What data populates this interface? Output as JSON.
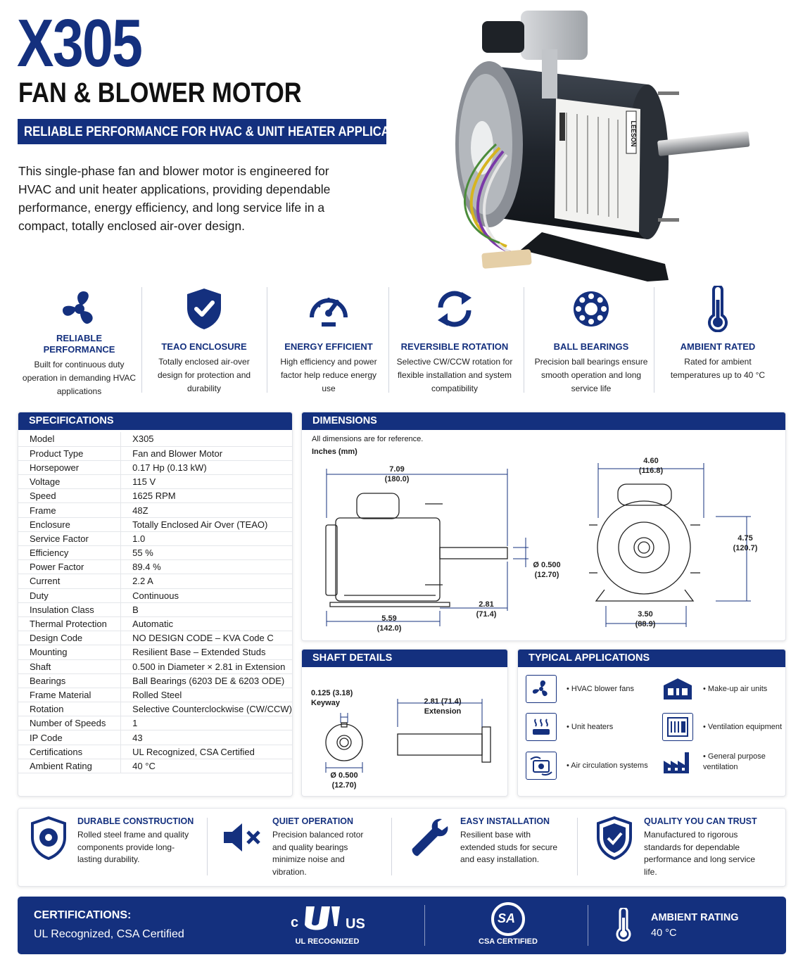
{
  "header": {
    "title": "X305",
    "subtitle": "FAN & BLOWER MOTOR",
    "tagline": "RELIABLE PERFORMANCE FOR HVAC & UNIT HEATER APPLICATIONS",
    "intro": "This single-phase fan and blower motor is engineered for HVAC and unit heater applications, providing dependable performance, energy efficiency, and long service life in a compact, totally enclosed air-over design."
  },
  "product_image": {
    "nameplate_brand": "LEESON"
  },
  "features": [
    {
      "title": "RELIABLE PERFORMANCE",
      "desc": "Built for continuous duty operation in demanding HVAC applications",
      "icon": "fan-icon"
    },
    {
      "title": "TEAO ENCLOSURE",
      "desc": "Totally enclosed air-over design for protection and durability",
      "icon": "shield-check-icon"
    },
    {
      "title": "ENERGY EFFICIENT",
      "desc": "High efficiency and power factor help reduce energy use",
      "icon": "gauge-icon"
    },
    {
      "title": "REVERSIBLE ROTATION",
      "desc": "Selective CW/CCW rotation for flexible installation and system compatibility",
      "icon": "rotate-icon"
    },
    {
      "title": "BALL BEARINGS",
      "desc": "Precision ball bearings ensure smooth operation and long service life",
      "icon": "bearing-icon"
    },
    {
      "title": "AMBIENT RATED",
      "desc": "Rated for ambient temperatures up to 40 °C",
      "icon": "thermometer-icon"
    }
  ],
  "specifications": {
    "heading": "SPECIFICATIONS",
    "rows": [
      [
        "Model",
        "X305"
      ],
      [
        "Product Type",
        "Fan and Blower Motor"
      ],
      [
        "Horsepower",
        "0.17 Hp (0.13 kW)"
      ],
      [
        "Voltage",
        "115 V"
      ],
      [
        "Speed",
        "1625 RPM"
      ],
      [
        "Frame",
        "48Z"
      ],
      [
        "Enclosure",
        "Totally Enclosed Air Over (TEAO)"
      ],
      [
        "Service Factor",
        "1.0"
      ],
      [
        "Efficiency",
        "55 %"
      ],
      [
        "Power Factor",
        "89.4 %"
      ],
      [
        "Current",
        "2.2 A"
      ],
      [
        "Duty",
        "Continuous"
      ],
      [
        "Insulation Class",
        "B"
      ],
      [
        "Thermal Protection",
        "Automatic"
      ],
      [
        "Design Code",
        "NO DESIGN CODE – KVA Code C"
      ],
      [
        "Mounting",
        "Resilient Base – Extended Studs"
      ],
      [
        "Shaft",
        "0.500 in Diameter × 2.81 in Extension"
      ],
      [
        "Bearings",
        "Ball Bearings (6203 DE & 6203 ODE)"
      ],
      [
        "Frame Material",
        "Rolled Steel"
      ],
      [
        "Rotation",
        "Selective Counterclockwise (CW/CCW)"
      ],
      [
        "Number of Speeds",
        "1"
      ],
      [
        "IP Code",
        "43"
      ],
      [
        "Certifications",
        "UL Recognized, CSA Certified"
      ],
      [
        "Ambient Rating",
        "40 °C"
      ]
    ]
  },
  "dimensions": {
    "heading": "DIMENSIONS",
    "note": "All dimensions are for reference.",
    "units": "Inches (mm)",
    "overall_length": {
      "in": "7.09",
      "mm": "(180.0)"
    },
    "body_length": {
      "in": "5.59",
      "mm": "(142.0)"
    },
    "shaft_extension": {
      "in": "2.81",
      "mm": "(71.4)"
    },
    "shaft_diameter": {
      "in": "Ø 0.500",
      "mm": "(12.70)"
    },
    "width": {
      "in": "4.60",
      "mm": "(116.8)"
    },
    "height": {
      "in": "4.75",
      "mm": "(120.7)"
    },
    "base_width": {
      "in": "3.50",
      "mm": "(88.9)"
    }
  },
  "shaft_details": {
    "heading": "SHAFT DETAILS",
    "keyway_size": "0.125 (3.18)",
    "keyway_label": "Keyway",
    "extension_size": "2.81 (71.4)",
    "extension_label": "Extension",
    "diameter": "Ø 0.500",
    "diameter_mm": "(12.70)"
  },
  "applications": {
    "heading": "TYPICAL APPLICATIONS",
    "items": [
      {
        "label": "• HVAC blower fans",
        "icon": "blower-fan-icon"
      },
      {
        "label": "• Make-up air units",
        "icon": "building-icon"
      },
      {
        "label": "• Unit heaters",
        "icon": "heater-icon"
      },
      {
        "label": "• Ventilation equipment",
        "icon": "ventilation-icon"
      },
      {
        "label": "• Air circulation systems",
        "icon": "air-circulation-icon"
      },
      {
        "label": "• General purpose ventilation",
        "icon": "factory-icon"
      }
    ]
  },
  "benefits": [
    {
      "title": "DURABLE CONSTRUCTION",
      "desc": "Rolled steel frame and quality components provide long-lasting durability.",
      "icon": "gear-shield-icon"
    },
    {
      "title": "QUIET OPERATION",
      "desc": "Precision balanced rotor and quality bearings minimize noise and vibration.",
      "icon": "mute-icon"
    },
    {
      "title": "EASY INSTALLATION",
      "desc": "Resilient base with extended studs for secure and easy installation.",
      "icon": "wrench-icon"
    },
    {
      "title": "QUALITY YOU CAN TRUST",
      "desc": "Manufactured to rigorous standards for dependable performance and long service life.",
      "icon": "shield-check-icon"
    }
  ],
  "certification_bar": {
    "heading": "CERTIFICATIONS:",
    "text": "UL Recognized, CSA Certified",
    "ul_label": "UL RECOGNIZED",
    "ul_mark_c": "c",
    "ul_mark_us": "US",
    "csa_label": "CSA CERTIFIED",
    "csa_mark": "SA",
    "ambient_heading": "AMBIENT RATING",
    "ambient_value": "40 °C"
  },
  "colors": {
    "brand_navy": "#14307e",
    "text": "#1a1a1a",
    "divider": "#d0d4dd"
  }
}
